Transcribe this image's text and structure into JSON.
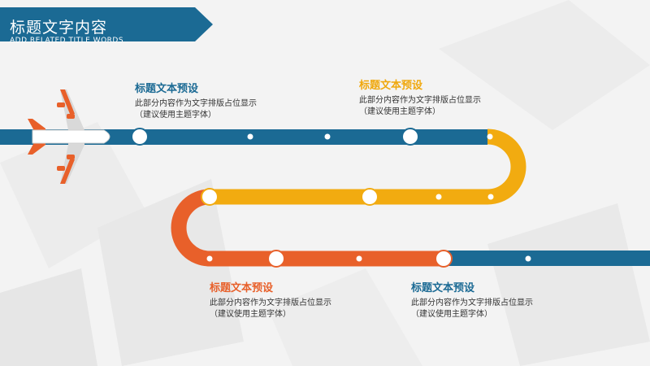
{
  "header": {
    "title": "标题文字内容",
    "subtitle": "ADD RELATED TITLE WORDS"
  },
  "colors": {
    "blue": "#1b6a94",
    "yellow": "#f2ab10",
    "orange": "#e8602a",
    "dot": "#ffffff"
  },
  "icons": {
    "plane": "airplane-icon"
  },
  "blocks": [
    {
      "title": "标题文本预设",
      "line1": "此部分内容作为文字排版占位显示",
      "line2": "（建议使用主题字体）"
    },
    {
      "title": "标题文本预设",
      "line1": "此部分内容作为文字排版占位显示",
      "line2": "（建议使用主题字体）"
    },
    {
      "title": "标题文本预设",
      "line1": "此部分内容作为文字排版占位显示",
      "line2": "（建议使用主题字体）"
    },
    {
      "title": "标题文本预设",
      "line1": "此部分内容作为文字排版占位显示",
      "line2": "（建议使用主题字体）"
    }
  ]
}
